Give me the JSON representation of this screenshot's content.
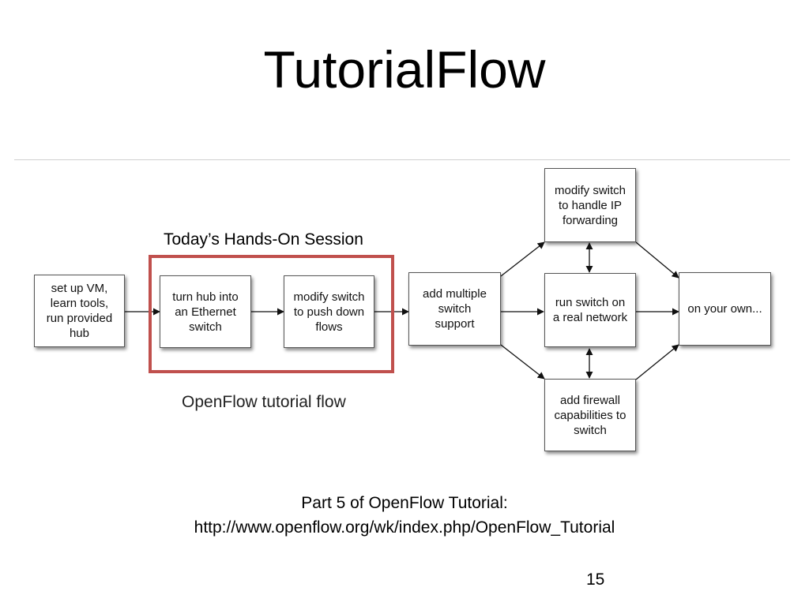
{
  "slide": {
    "title": "TutorialFlow",
    "session_label": "Today’s Hands-On Session",
    "flow_caption": "OpenFlow tutorial flow",
    "footer_line1": "Part 5 of OpenFlow Tutorial:",
    "footer_line2": "http://www.openflow.org/wk/index.php/OpenFlow_Tutorial",
    "page_number": "15"
  },
  "diagram": {
    "nodes": {
      "setup": "set up VM,\nlearn tools,\nrun provided\nhub",
      "hub_switch": "turn hub into\nan Ethernet\nswitch",
      "push_flows": "modify switch\nto push down\nflows",
      "multi_switch": "add multiple\nswitch\nsupport",
      "ip_forwarding": "modify switch\nto handle IP\nforwarding",
      "real_network": "run switch on\na real network",
      "firewall": "add firewall\ncapabilities to\nswitch",
      "own": "on your own..."
    },
    "highlight_color": "#c0504d"
  }
}
